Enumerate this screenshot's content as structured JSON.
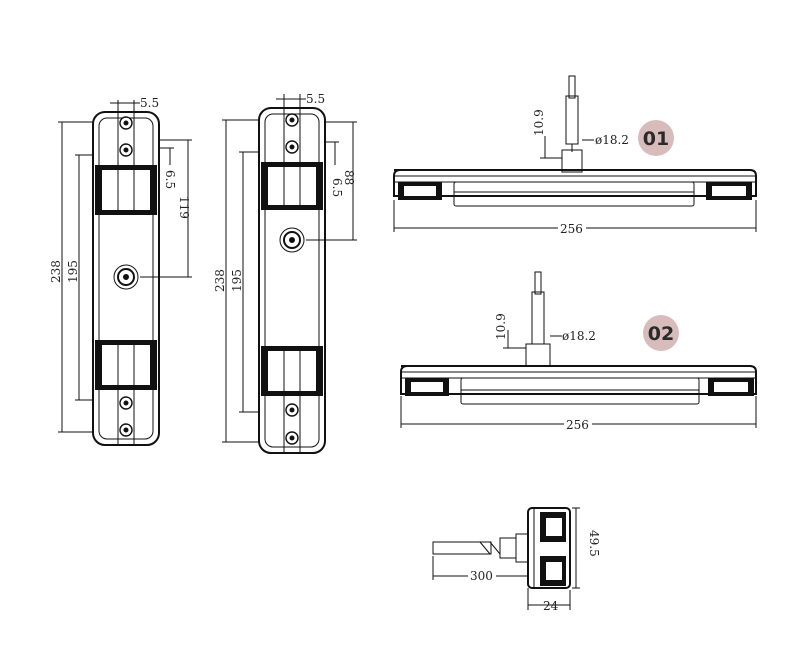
{
  "colors": {
    "badge": "#d8bcbc",
    "line": "#111111",
    "background": "#ffffff"
  },
  "view_a": {
    "dim_top": "5.5",
    "dim_side": "6.5",
    "dim_right": "119",
    "dim_outer": "238",
    "dim_inner": "195"
  },
  "view_b": {
    "dim_top": "5.5",
    "dim_side": "6.5",
    "dim_right": "88",
    "dim_outer": "238",
    "dim_inner": "195"
  },
  "side_01": {
    "badge": "01",
    "dim_stem": "10.9",
    "dim_dia": "ø18.2",
    "dim_len": "256"
  },
  "side_02": {
    "badge": "02",
    "dim_stem": "10.9",
    "dim_dia": "ø18.2",
    "dim_len": "256"
  },
  "end_view": {
    "dim_shaft": "300",
    "dim_height": "49.5",
    "dim_width": "24"
  }
}
